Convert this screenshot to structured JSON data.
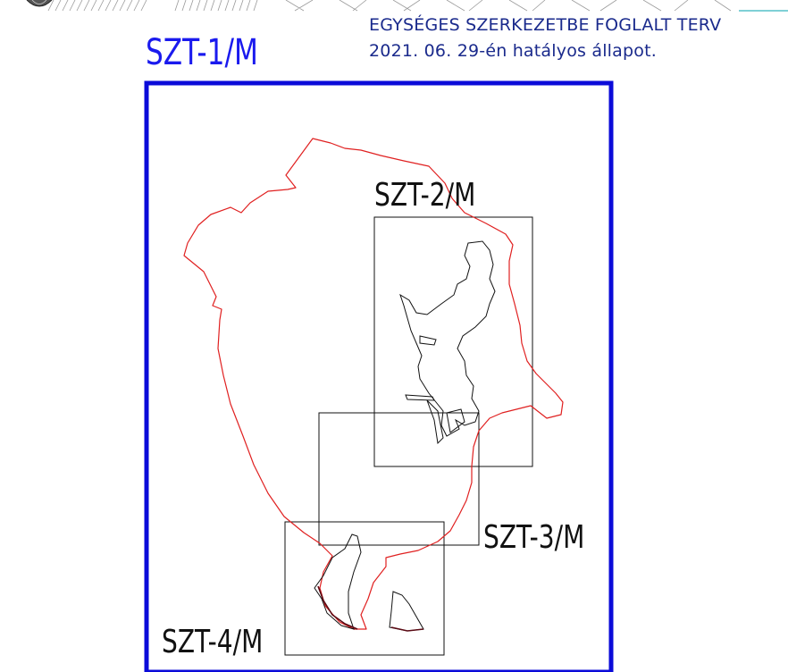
{
  "header": {
    "line1": "EGYSÉGES SZERKEZETBE FOGLALT TERV",
    "line2": "2021. 06. 29-én hatályos állapot."
  },
  "sheet_title": "SZT-1/M",
  "sheets": [
    {
      "id": "szt-2",
      "label": "SZT-2/M"
    },
    {
      "id": "szt-3",
      "label": "SZT-3/M"
    },
    {
      "id": "szt-4",
      "label": "SZT-4/M"
    }
  ],
  "colors": {
    "title_blue": "#1a1aee",
    "frame_blue": "#0b0bd9",
    "header_text": "#1a2a8c",
    "boundary_red": "#e02020",
    "sheet_outline": "#111111",
    "accent_teal": "#7fd0d6"
  },
  "icons": {
    "corner_mark": "seal-icon"
  }
}
